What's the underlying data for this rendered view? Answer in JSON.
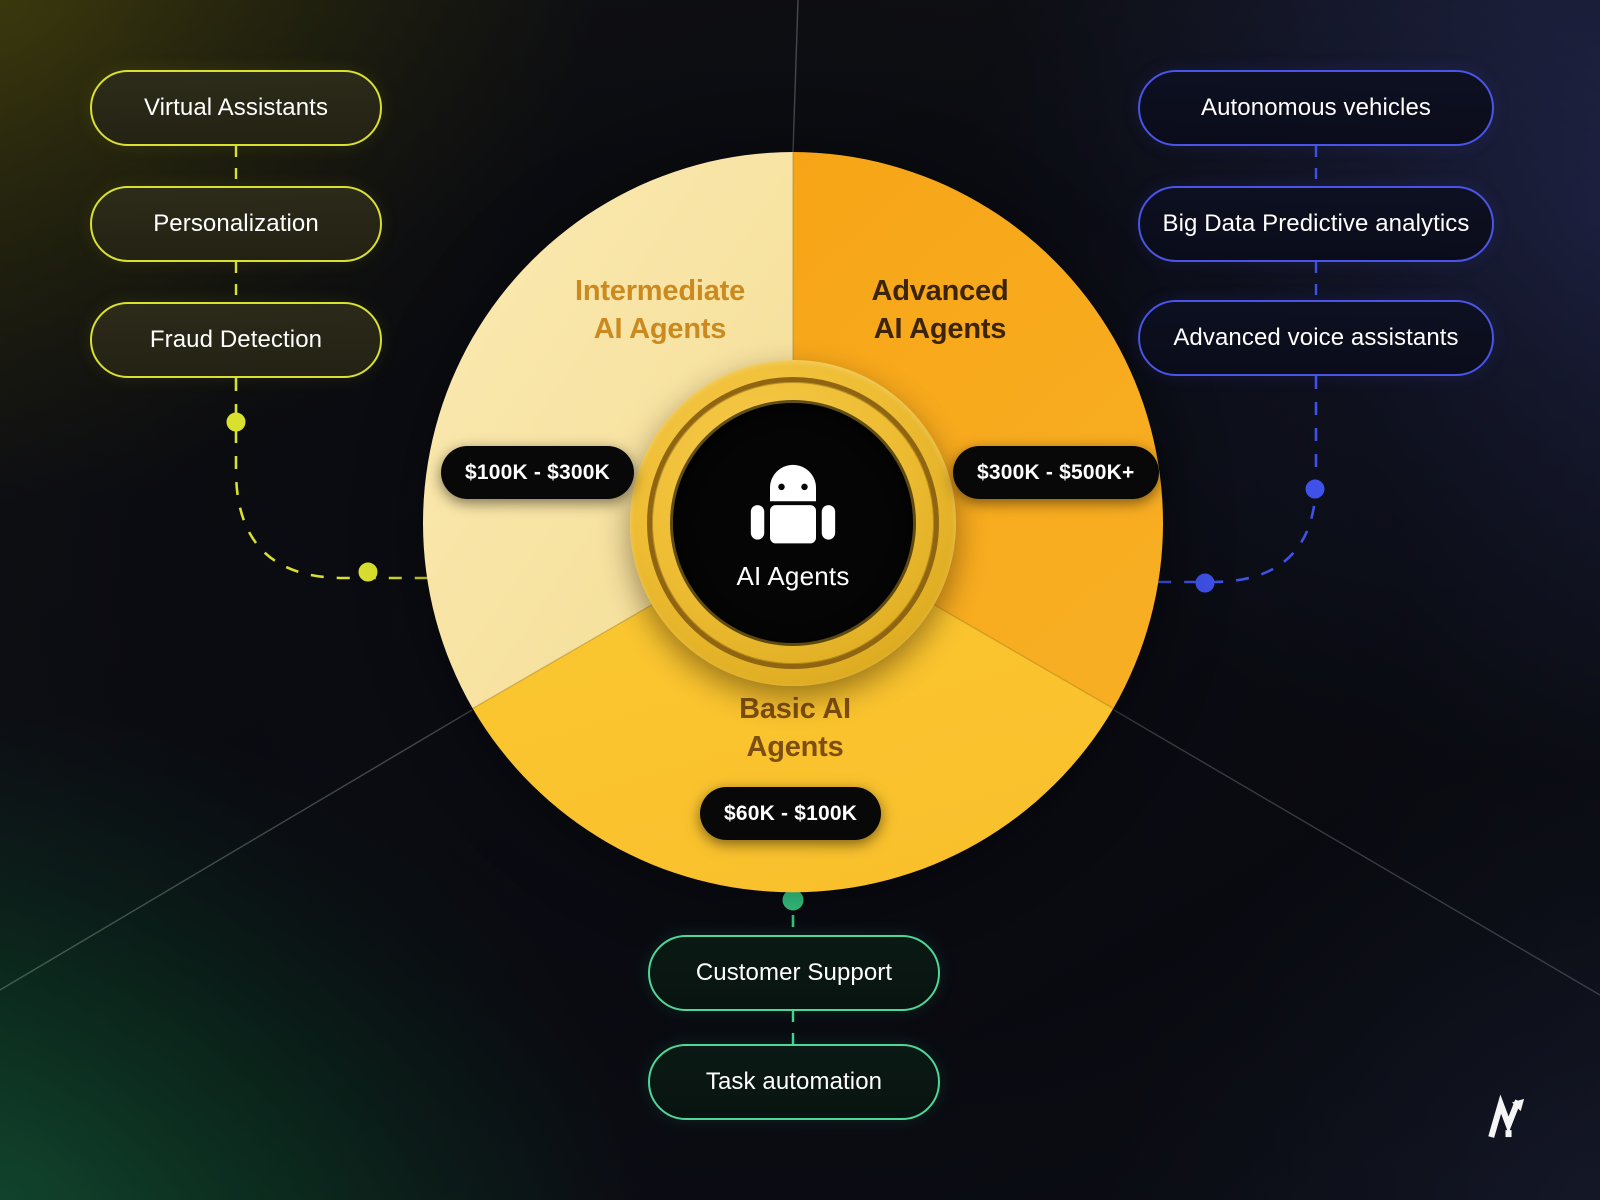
{
  "hub": {
    "label": "AI Agents",
    "icon": "robot-icon"
  },
  "chart_data": {
    "type": "pie",
    "title": "AI Agents",
    "categories": [
      "Intermediate AI Agents",
      "Advanced AI Agents",
      "Basic AI Agents"
    ],
    "values": [
      33.3,
      33.3,
      33.3
    ],
    "legend": "none",
    "slices": [
      {
        "name": "Intermediate AI Agents",
        "color": "#f7e3a0",
        "cost": "$100K - $300K",
        "start_deg": 240,
        "end_deg": 360
      },
      {
        "name": "Advanced AI Agents",
        "color": "#f5a01a",
        "cost": "$300K - $500K+",
        "start_deg": 0,
        "end_deg": 120
      },
      {
        "name": "Basic AI Agents",
        "color": "#fbc githubusercontent",
        "cost": "$60K - $100K",
        "start_deg": 120,
        "end_deg": 240
      }
    ]
  },
  "segments": [
    {
      "id": "intermediate",
      "title": "Intermediate\nAI Agents",
      "cost": "$100K - $300K",
      "fill": "#f7e3a0",
      "text_color": "#ca8a1f"
    },
    {
      "id": "advanced",
      "title": "Advanced\nAI Agents",
      "cost": "$300K - $500K+",
      "fill": "#f5a01a",
      "text_color": "#3c2408"
    },
    {
      "id": "basic",
      "title": "Basic AI\nAgents",
      "cost": "$60K - $100K",
      "fill": "#fbc531",
      "text_color": "#7d4e12"
    }
  ],
  "branches": {
    "left": {
      "accent": "#d9e02e",
      "items": [
        {
          "label": "Virtual Assistants"
        },
        {
          "label": "Personalization"
        },
        {
          "label": "Fraud Detection"
        }
      ]
    },
    "right": {
      "accent": "#4a54e8",
      "items": [
        {
          "label": "Autonomous vehicles"
        },
        {
          "label": "Big Data Predictive analytics"
        },
        {
          "label": "Advanced voice assistants"
        }
      ]
    },
    "bottom": {
      "accent": "#4fd699",
      "items": [
        {
          "label": "Customer Support"
        },
        {
          "label": "Task automation"
        }
      ]
    }
  },
  "brand": {
    "name": "m-arrow-logo"
  }
}
